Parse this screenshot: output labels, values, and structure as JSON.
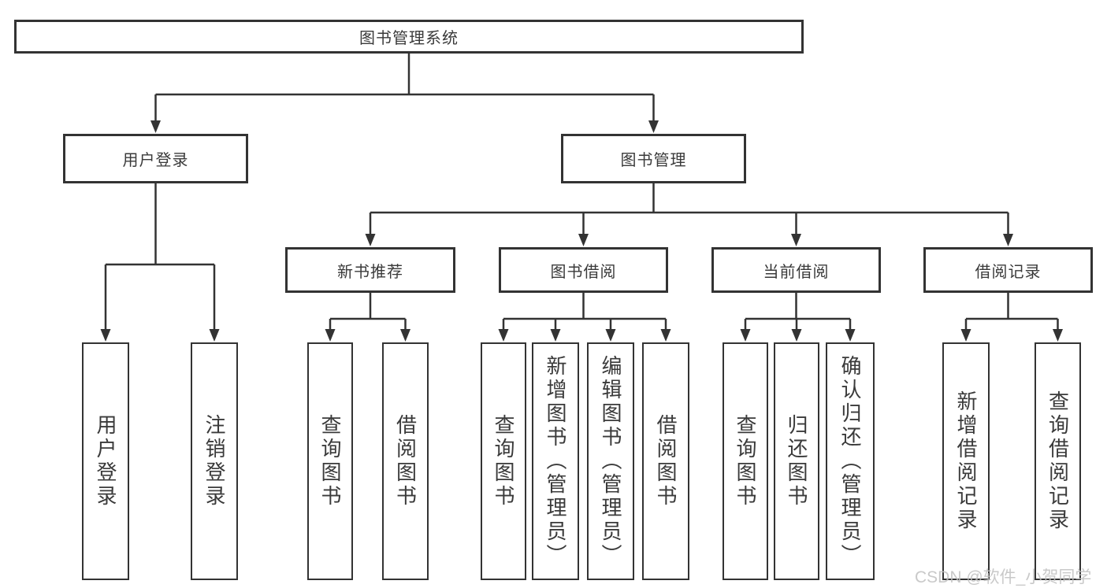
{
  "diagram_type": "hierarchy-tree",
  "colors": {
    "line": "#333333",
    "box_border": "#333333",
    "text": "#3a3a3a",
    "background": "#ffffff",
    "watermark": "#c0c0c0"
  },
  "watermark": "CSDN @软件_小贺同学",
  "tree": {
    "label": "图书管理系统",
    "children": [
      {
        "label": "用户登录",
        "children": [
          {
            "label": "用户登录"
          },
          {
            "label": "注销登录"
          }
        ]
      },
      {
        "label": "图书管理",
        "children": [
          {
            "label": "新书推荐",
            "children": [
              {
                "label": "查询图书"
              },
              {
                "label": "借阅图书"
              }
            ]
          },
          {
            "label": "图书借阅",
            "children": [
              {
                "label": "查询图书"
              },
              {
                "label": "新增图书（管理员）"
              },
              {
                "label": "编辑图书（管理员）"
              },
              {
                "label": "借阅图书"
              }
            ]
          },
          {
            "label": "当前借阅",
            "children": [
              {
                "label": "查询图书"
              },
              {
                "label": "归还图书"
              },
              {
                "label": "确认归还（管理员）"
              }
            ]
          },
          {
            "label": "借阅记录",
            "children": [
              {
                "label": "新增借阅记录"
              },
              {
                "label": "查询借阅记录"
              }
            ]
          }
        ]
      }
    ]
  }
}
